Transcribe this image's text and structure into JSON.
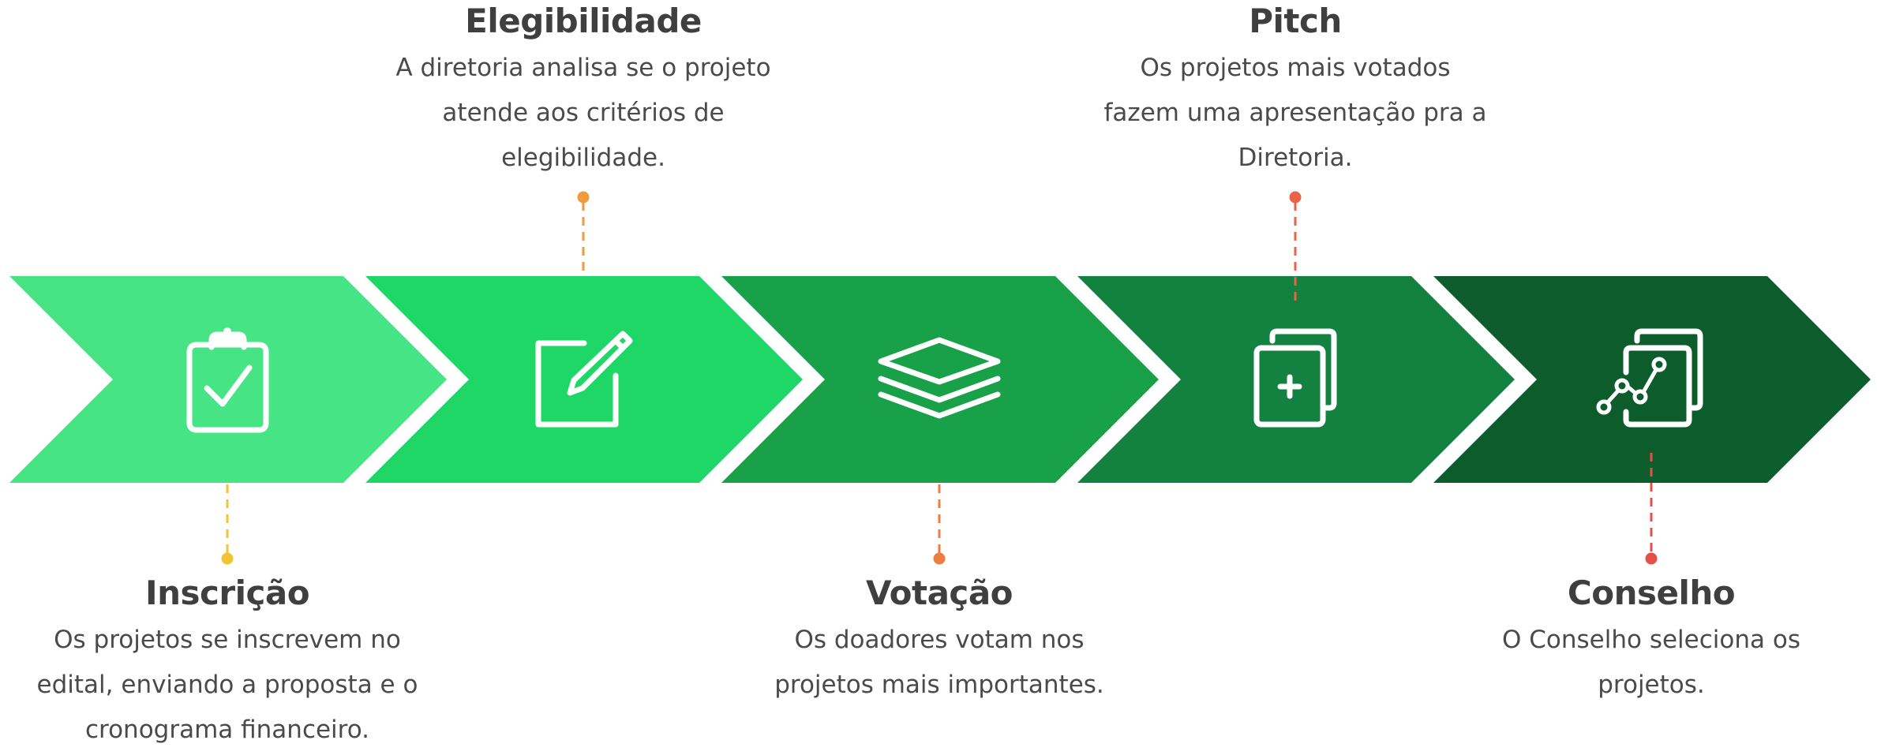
{
  "colors": {
    "step1": "#46e484",
    "step2": "#1ed766",
    "step3": "#19a14a",
    "step4": "#138240",
    "step5": "#0d5c2c",
    "icon": "#ffffff",
    "text": "#3f3f3f",
    "connector1": "#f2c335",
    "connector2": "#f29b3c",
    "connector3": "#ef7c43",
    "connector4": "#ea6248",
    "connector5": "#e55149"
  },
  "steps": [
    {
      "title": "Inscrição",
      "description_lines": [
        "Os projetos se inscrevem no",
        "edital, enviando a proposta e o",
        "cronograma financeiro."
      ],
      "icon": "clipboard-check-icon"
    },
    {
      "title": "Elegibilidade",
      "description_lines": [
        "A diretoria analisa se o projeto",
        "atende aos critérios de",
        "elegibilidade."
      ],
      "icon": "edit-pencil-icon"
    },
    {
      "title": "Votação",
      "description_lines": [
        "Os doadores votam nos",
        "projetos mais importantes."
      ],
      "icon": "layers-icon"
    },
    {
      "title": "Pitch",
      "description_lines": [
        "Os projetos mais votados",
        "fazem uma apresentação pra a",
        "Diretoria."
      ],
      "icon": "document-add-icon"
    },
    {
      "title": "Conselho",
      "description_lines": [
        "O Conselho seleciona os",
        "projetos."
      ],
      "icon": "document-chart-icon"
    }
  ]
}
